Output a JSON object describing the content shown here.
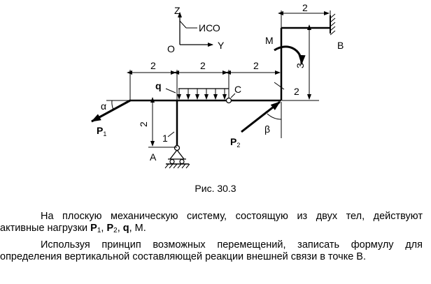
{
  "figure": {
    "axes": {
      "z": "Z",
      "y": "Y",
      "origin": "O",
      "frame": "ИСО"
    },
    "points": {
      "a": "A",
      "b": "B",
      "c": "C"
    },
    "loads": {
      "p1": "P",
      "p1_sub": "1",
      "p2": "P",
      "p2_sub": "2",
      "q": "q",
      "m": "M"
    },
    "angles": {
      "alpha": "α",
      "beta": "β"
    },
    "bodies": {
      "body1": "1",
      "body2": "2"
    },
    "dimensions": {
      "top_b": "2",
      "span1": "2",
      "span2": "2",
      "span3": "2",
      "height3": "3",
      "height2": "2"
    }
  },
  "caption": "Рис. 30.3",
  "text": {
    "p1_line1": "На плоскую механическую систему, состоящую из двух тел, действуют",
    "p1_line2_start": "активные нагрузки ",
    "p1_bold1": "P",
    "p1_sub1": "1",
    "p1_sep1": ", ",
    "p1_bold2": "P",
    "p1_sub2": "2",
    "p1_sep2": ", ",
    "p1_bold3": "q",
    "p1_end": ", M.",
    "p2_line1": "Используя принцип возможных перемещений, записать формулу для",
    "p2_line2": "определения вертикальной составляющей реакции внешней связи в точке B."
  }
}
